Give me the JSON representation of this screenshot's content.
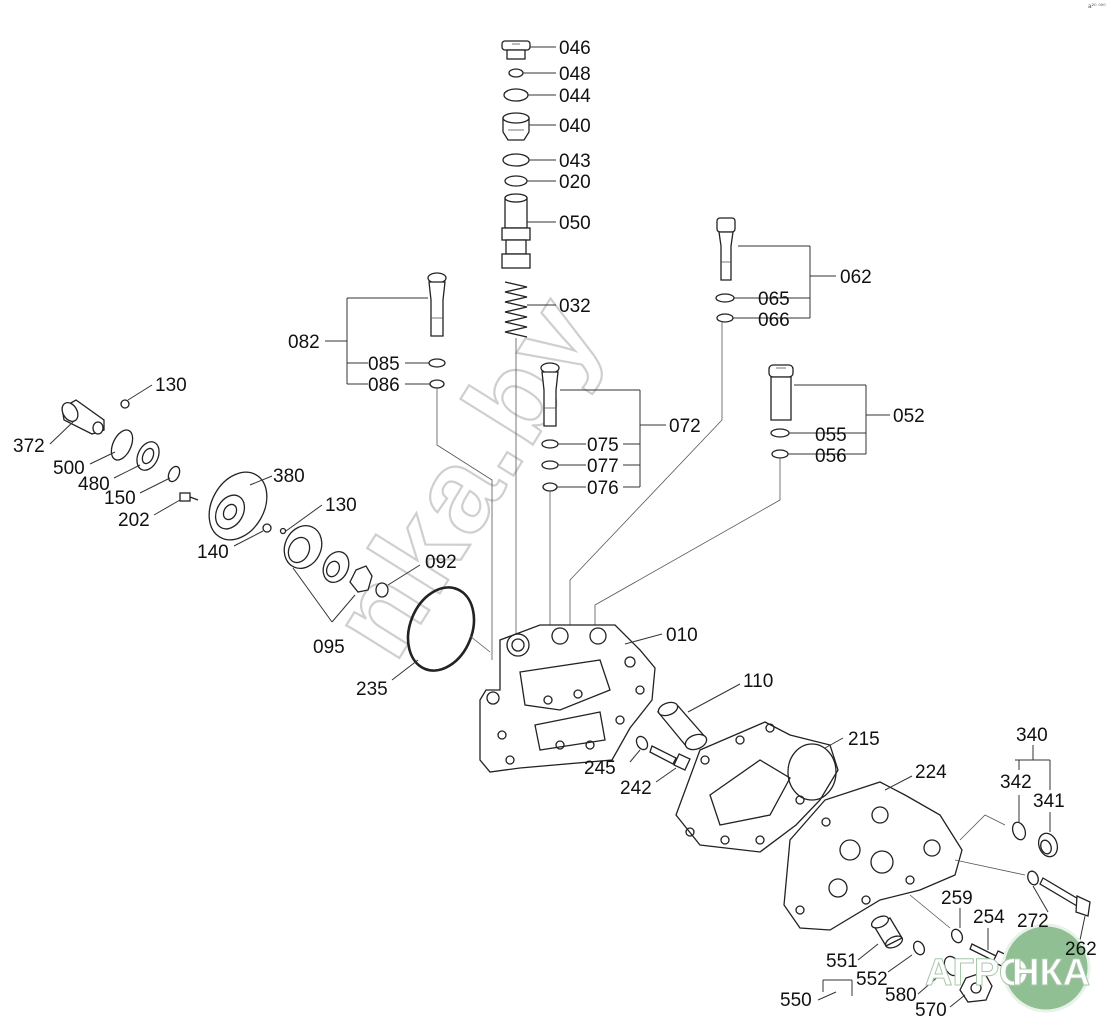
{
  "corner_mark": "a²⁰ ⁰⁰⁰",
  "watermark": "nka.by",
  "logo": {
    "left_text": "АГРО",
    "right_text": "НКА",
    "color": "#8fbf92"
  },
  "callouts": {
    "p046": "046",
    "p048": "048",
    "p044": "044",
    "p040": "040",
    "p043": "043",
    "p020": "020",
    "p050": "050",
    "p032": "032",
    "p062": "062",
    "p065": "065",
    "p066": "066",
    "p082": "082",
    "p085": "085",
    "p086": "086",
    "p072": "072",
    "p075": "075",
    "p077": "077",
    "p076": "076",
    "p052": "052",
    "p055": "055",
    "p056": "056",
    "p130a": "130",
    "p372": "372",
    "p500": "500",
    "p480": "480",
    "p150": "150",
    "p380": "380",
    "p202": "202",
    "p130b": "130",
    "p140": "140",
    "p092": "092",
    "p095": "095",
    "p235": "235",
    "p010": "010",
    "p110": "110",
    "p245": "245",
    "p242": "242",
    "p215": "215",
    "p224": "224",
    "p340": "340",
    "p342": "342",
    "p341": "341",
    "p259": "259",
    "p254": "254",
    "p272": "272",
    "p262": "262",
    "p551": "551",
    "p552": "552",
    "p550": "550",
    "p580": "580",
    "p570": "570"
  }
}
